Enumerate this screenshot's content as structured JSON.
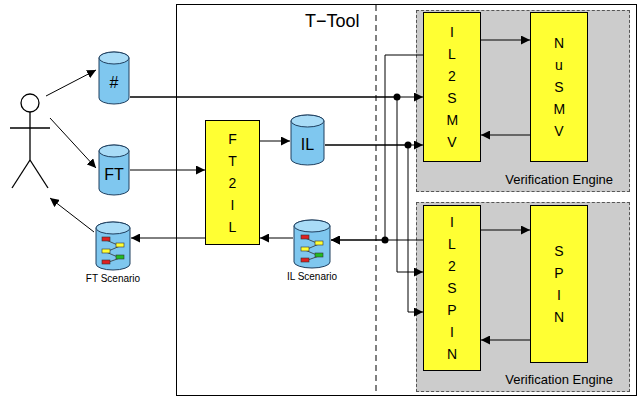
{
  "diagram": {
    "nodes": [
      {
        "text": [
          "#"
        ]
      },
      {
        "text": [
          "FT"
        ]
      },
      {
        "text": [
          "FT Scenario"
        ]
      },
      {
        "text": [
          "T−Tool"
        ]
      },
      {
        "text": [
          "FT2IL"
        ],
        "in": 3
      },
      {
        "text": [
          "IL"
        ],
        "in": 3
      },
      {
        "text": [
          "IL Scenario"
        ],
        "in": 3
      },
      {
        "text": [
          "Verification Engine"
        ],
        "in": 3
      },
      {
        "text": [
          "IL2SMV"
        ],
        "in": 7
      },
      {
        "text": [
          "NuSMV"
        ],
        "in": 7
      },
      {
        "text": [
          "Verification Engine"
        ],
        "in": 3
      },
      {
        "text": [
          "IL2SPIN"
        ],
        "in": 10
      },
      {
        "text": [
          "SPIN"
        ],
        "in": 10
      }
    ],
    "edges": [
      {
        "from": 1,
        "to": 4,
        "arrow": "to"
      },
      {
        "from": 4,
        "to": 5,
        "arrow": "to"
      },
      {
        "from": 6,
        "to": 4,
        "arrow": "to"
      },
      {
        "from": 4,
        "to": 2,
        "arrow": "to"
      },
      {
        "from": 0,
        "to": 8,
        "arrow": "to"
      },
      {
        "from": 0,
        "to": 11,
        "arrow": "to"
      },
      {
        "from": 5,
        "to": 8,
        "arrow": "to"
      },
      {
        "from": 5,
        "to": 11,
        "arrow": "to"
      },
      {
        "from": 8,
        "to": 9,
        "arrow": "to"
      },
      {
        "from": 9,
        "to": 8,
        "arrow": "to"
      },
      {
        "from": 11,
        "to": 12,
        "arrow": "to"
      },
      {
        "from": 12,
        "to": 11,
        "arrow": "to"
      },
      {
        "from": 8,
        "to": 6,
        "arrow": "to"
      },
      {
        "from": 11,
        "to": 6,
        "arrow": "to"
      }
    ]
  }
}
